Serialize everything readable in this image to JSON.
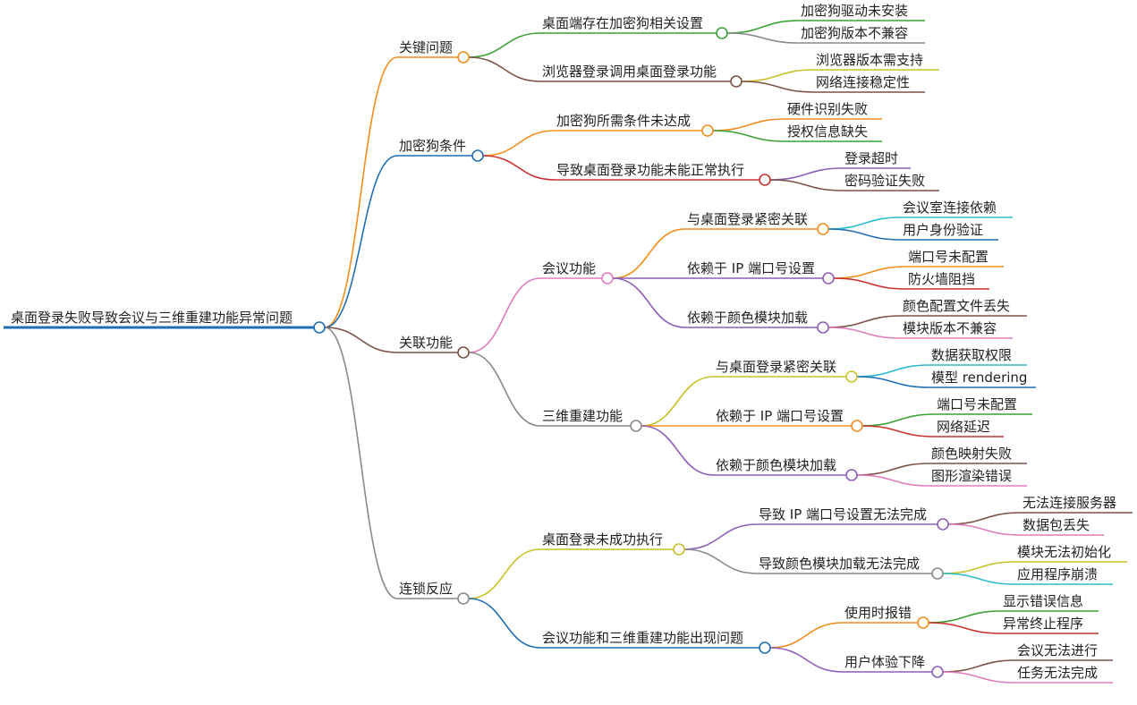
{
  "root": {
    "label": "桌面登录失败导致会议与三维重建功能异常问题",
    "color": "#1f6fb2",
    "children": [
      {
        "label": "关键问题",
        "color": "#f28e1c",
        "children": [
          {
            "label": "桌面端存在加密狗相关设置",
            "color": "#3aa235",
            "children": [
              {
                "label": "加密狗驱动未安装",
                "color": "#3aa235"
              },
              {
                "label": "加密狗版本不兼容",
                "color": "#8a8a8a"
              }
            ]
          },
          {
            "label": "浏览器登录调用桌面登录功能",
            "color": "#7a5246",
            "children": [
              {
                "label": "浏览器版本需支持",
                "color": "#c8c22a"
              },
              {
                "label": "网络连接稳定性",
                "color": "#7a5246"
              }
            ]
          }
        ]
      },
      {
        "label": "加密狗条件",
        "color": "#1f6fb2",
        "children": [
          {
            "label": "加密狗所需条件未达成",
            "color": "#f28e1c",
            "children": [
              {
                "label": "硬件识别失败",
                "color": "#f28e1c"
              },
              {
                "label": "授权信息缺失",
                "color": "#3aa235"
              }
            ]
          },
          {
            "label": "导致桌面登录功能未能正常执行",
            "color": "#c9302c",
            "children": [
              {
                "label": "登录超时",
                "color": "#8e5fb7"
              },
              {
                "label": "密码验证失败",
                "color": "#7a5246"
              }
            ]
          }
        ]
      },
      {
        "label": "关联功能",
        "color": "#7a5246",
        "children": [
          {
            "label": "会议功能",
            "color": "#e07bc0",
            "children": [
              {
                "label": "与桌面登录紧密关联",
                "color": "#f28e1c",
                "children": [
                  {
                    "label": "会议室连接依赖",
                    "color": "#2bbccb"
                  },
                  {
                    "label": "用户身份验证",
                    "color": "#1f6fb2"
                  }
                ]
              },
              {
                "label": "依赖于 IP 端口号设置",
                "color": "#8e5fb7",
                "children": [
                  {
                    "label": "端口号未配置",
                    "color": "#f28e1c"
                  },
                  {
                    "label": "防火墙阻挡",
                    "color": "#c9302c"
                  }
                ]
              },
              {
                "label": "依赖于颜色模块加载",
                "color": "#8e5fb7",
                "children": [
                  {
                    "label": "颜色配置文件丢失",
                    "color": "#7a5246"
                  },
                  {
                    "label": "模块版本不兼容",
                    "color": "#e07bc0"
                  }
                ]
              }
            ]
          },
          {
            "label": "三维重建功能",
            "color": "#8a8a8a",
            "children": [
              {
                "label": "与桌面登录紧密关联",
                "color": "#c8c22a",
                "children": [
                  {
                    "label": "数据获取权限",
                    "color": "#2bbccb"
                  },
                  {
                    "label": "模型 rendering",
                    "color": "#1f6fb2"
                  }
                ]
              },
              {
                "label": "依赖于 IP 端口号设置",
                "color": "#f28e1c",
                "children": [
                  {
                    "label": "端口号未配置",
                    "color": "#3aa235"
                  },
                  {
                    "label": "网络延迟",
                    "color": "#c9302c"
                  }
                ]
              },
              {
                "label": "依赖于颜色模块加载",
                "color": "#8e5fb7",
                "children": [
                  {
                    "label": "颜色映射失败",
                    "color": "#7a5246"
                  },
                  {
                    "label": "图形渲染错误",
                    "color": "#e07bc0"
                  }
                ]
              }
            ]
          }
        ]
      },
      {
        "label": "连锁反应",
        "color": "#8a8a8a",
        "children": [
          {
            "label": "桌面登录未成功执行",
            "color": "#c8c22a",
            "children": [
              {
                "label": "导致 IP 端口号设置无法完成",
                "color": "#8e5fb7",
                "children": [
                  {
                    "label": "无法连接服务器",
                    "color": "#7a5246"
                  },
                  {
                    "label": "数据包丢失",
                    "color": "#e07bc0"
                  }
                ]
              },
              {
                "label": "导致颜色模块加载无法完成",
                "color": "#8a8a8a",
                "children": [
                  {
                    "label": "模块无法初始化",
                    "color": "#c8c22a"
                  },
                  {
                    "label": "应用程序崩溃",
                    "color": "#2bbccb"
                  }
                ]
              }
            ]
          },
          {
            "label": "会议功能和三维重建功能出现问题",
            "color": "#1f6fb2",
            "children": [
              {
                "label": "使用时报错",
                "color": "#f28e1c",
                "children": [
                  {
                    "label": "显示错误信息",
                    "color": "#3aa235"
                  },
                  {
                    "label": "异常终止程序",
                    "color": "#c9302c"
                  }
                ]
              },
              {
                "label": "用户体验下降",
                "color": "#8e5fb7",
                "children": [
                  {
                    "label": "会议无法进行",
                    "color": "#7a5246"
                  },
                  {
                    "label": "任务无法完成",
                    "color": "#e07bc0"
                  }
                ]
              }
            ]
          }
        ]
      }
    ]
  }
}
